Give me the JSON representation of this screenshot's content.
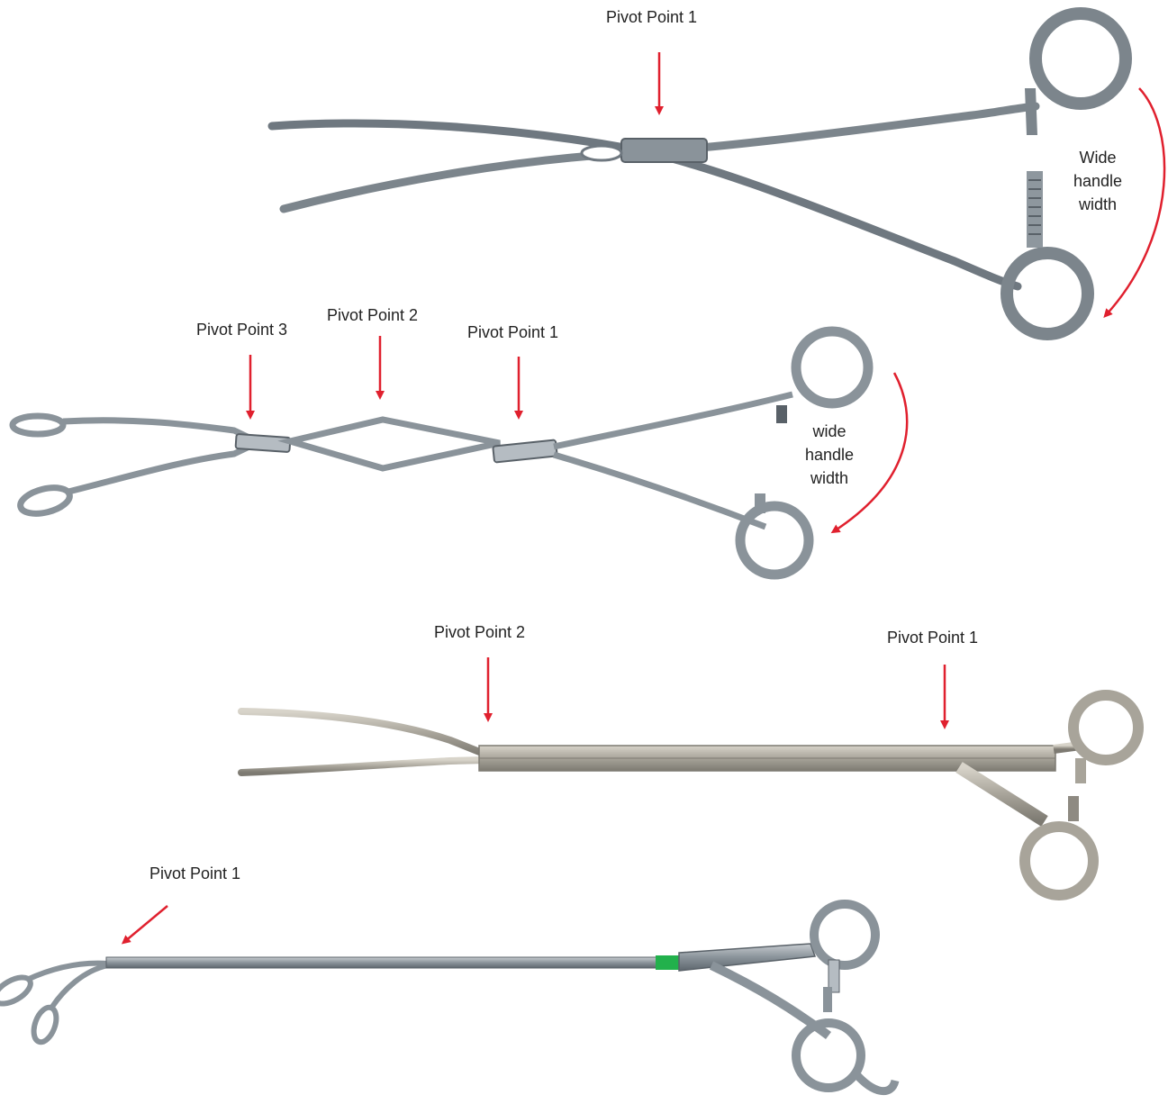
{
  "colors": {
    "arrow": "#e0202e",
    "steel_dark": "#6f7880",
    "steel_light": "#b5bcc2",
    "steel_edge": "#596168",
    "bronze": "#a8a49a",
    "green_band": "#22b14c"
  },
  "instrument_1": {
    "pivot_1": "Pivot Point 1",
    "handle_line1": "Wide",
    "handle_line2": "handle",
    "handle_line3": "width"
  },
  "instrument_2": {
    "pivot_1": "Pivot Point 1",
    "pivot_2": "Pivot Point 2",
    "pivot_3": "Pivot Point 3",
    "handle_line1": "wide",
    "handle_line2": "handle",
    "handle_line3": "width"
  },
  "instrument_3": {
    "pivot_1": "Pivot Point 1",
    "pivot_2": "Pivot Point 2"
  },
  "instrument_4": {
    "pivot_1": "Pivot Point 1"
  }
}
